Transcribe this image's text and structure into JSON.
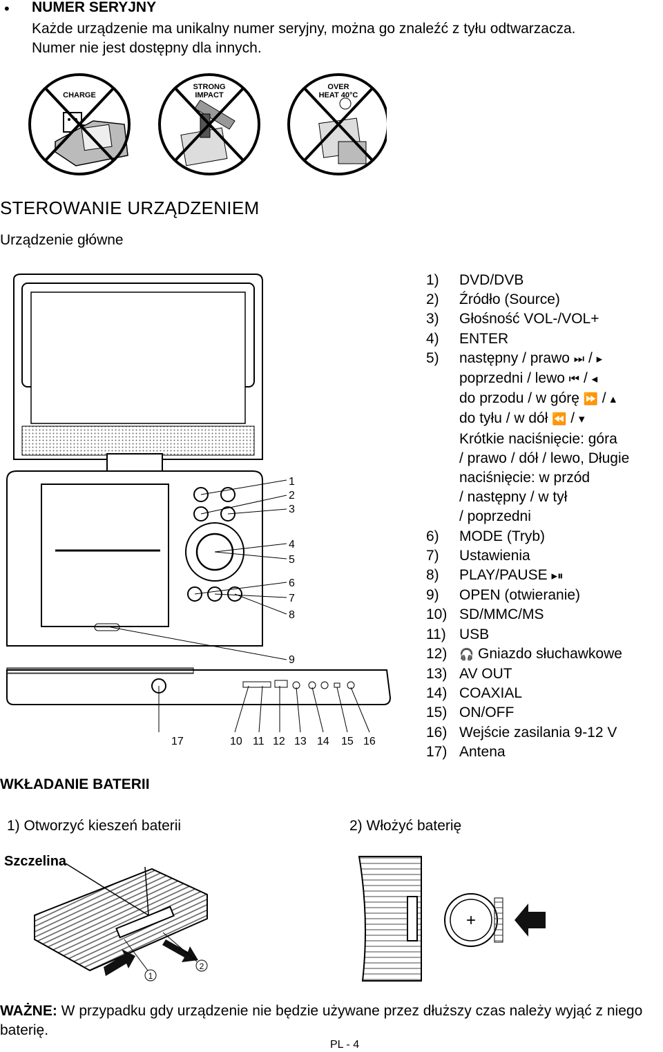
{
  "serial": {
    "bullet": "•",
    "title": "NUMER SERYJNY",
    "line1": "Każde urządzenie ma unikalny numer seryjny, można go znaleźć z tyłu odtwarzacza.",
    "line2": "Numer nie jest dostępny dla innych."
  },
  "warnings": [
    {
      "label": "CHARGE"
    },
    {
      "label1": "STRONG",
      "label2": "IMPACT"
    },
    {
      "label1": "OVER",
      "label2": "HEAT 40°C"
    }
  ],
  "controls": {
    "title": "STEROWANIE URZĄDZENIEM",
    "subtitle": "Urządzenie główne"
  },
  "callouts_right": [
    "1",
    "2",
    "3",
    "4",
    "5",
    "6",
    "7",
    "8",
    "9"
  ],
  "callouts_bottom": [
    "17",
    "10",
    "11",
    "12",
    "13",
    "14",
    "15",
    "16"
  ],
  "parts": [
    {
      "num": "1)",
      "text": "DVD/DVB"
    },
    {
      "num": "2)",
      "text": "Źródło (Source)"
    },
    {
      "num": "3)",
      "text": "Głośność VOL-/VOL+"
    },
    {
      "num": "4)",
      "text": "ENTER"
    },
    {
      "num": "5)",
      "text": "następny / prawo"
    },
    {
      "num": "6)",
      "text": "MODE (Tryb)"
    },
    {
      "num": "7)",
      "text": "Ustawienia"
    },
    {
      "num": "8)",
      "text": "PLAY/PAUSE"
    },
    {
      "num": "9)",
      "text": "OPEN (otwieranie)"
    },
    {
      "num": "10)",
      "text": "SD/MMC/MS"
    },
    {
      "num": "11)",
      "text": "USB"
    },
    {
      "num": "12)",
      "text": "Gniazdo słuchawkowe"
    },
    {
      "num": "13)",
      "text": "AV OUT"
    },
    {
      "num": "14)",
      "text": "COAXIAL"
    },
    {
      "num": "15)",
      "text": "ON/OFF"
    },
    {
      "num": "16)",
      "text": "Wejście zasilania 9-12 V"
    },
    {
      "num": "17)",
      "text": "Antena"
    }
  ],
  "part5_sub": {
    "prev": "poprzedni / lewo",
    "forward": "do przodu / w górę",
    "back": "do tyłu / w dół",
    "desc": [
      "Krótkie naciśnięcie: góra",
      "/ prawo / dół / lewo, Długie",
      "naciśnięcie: w przód",
      "/ następny / w tył",
      "/ poprzedni"
    ]
  },
  "icons": {
    "next": "next-track-icon",
    "prev": "prev-track-icon",
    "ff": "fast-forward-icon",
    "rew": "rewind-icon",
    "right": "arrow-right-icon",
    "left": "arrow-left-icon",
    "up": "arrow-up-icon",
    "down": "arrow-down-icon",
    "play": "play-icon",
    "pause": "pause-icon",
    "headphones": "headphones-icon",
    "slash": "/"
  },
  "battery": {
    "title": "WKŁADANIE BATERII",
    "step1": "1)  Otworzyć kieszeń baterii",
    "step2": "2)  Włożyć baterię",
    "slot_label": "Szczelina",
    "circle1": "1",
    "circle2": "2"
  },
  "note": {
    "bold": "WAŻNE:",
    "text": " W przypadku gdy urządzenie nie będzie używane przez dłuższy czas należy wyjąć z niego baterię."
  },
  "footer": "PL - 4"
}
